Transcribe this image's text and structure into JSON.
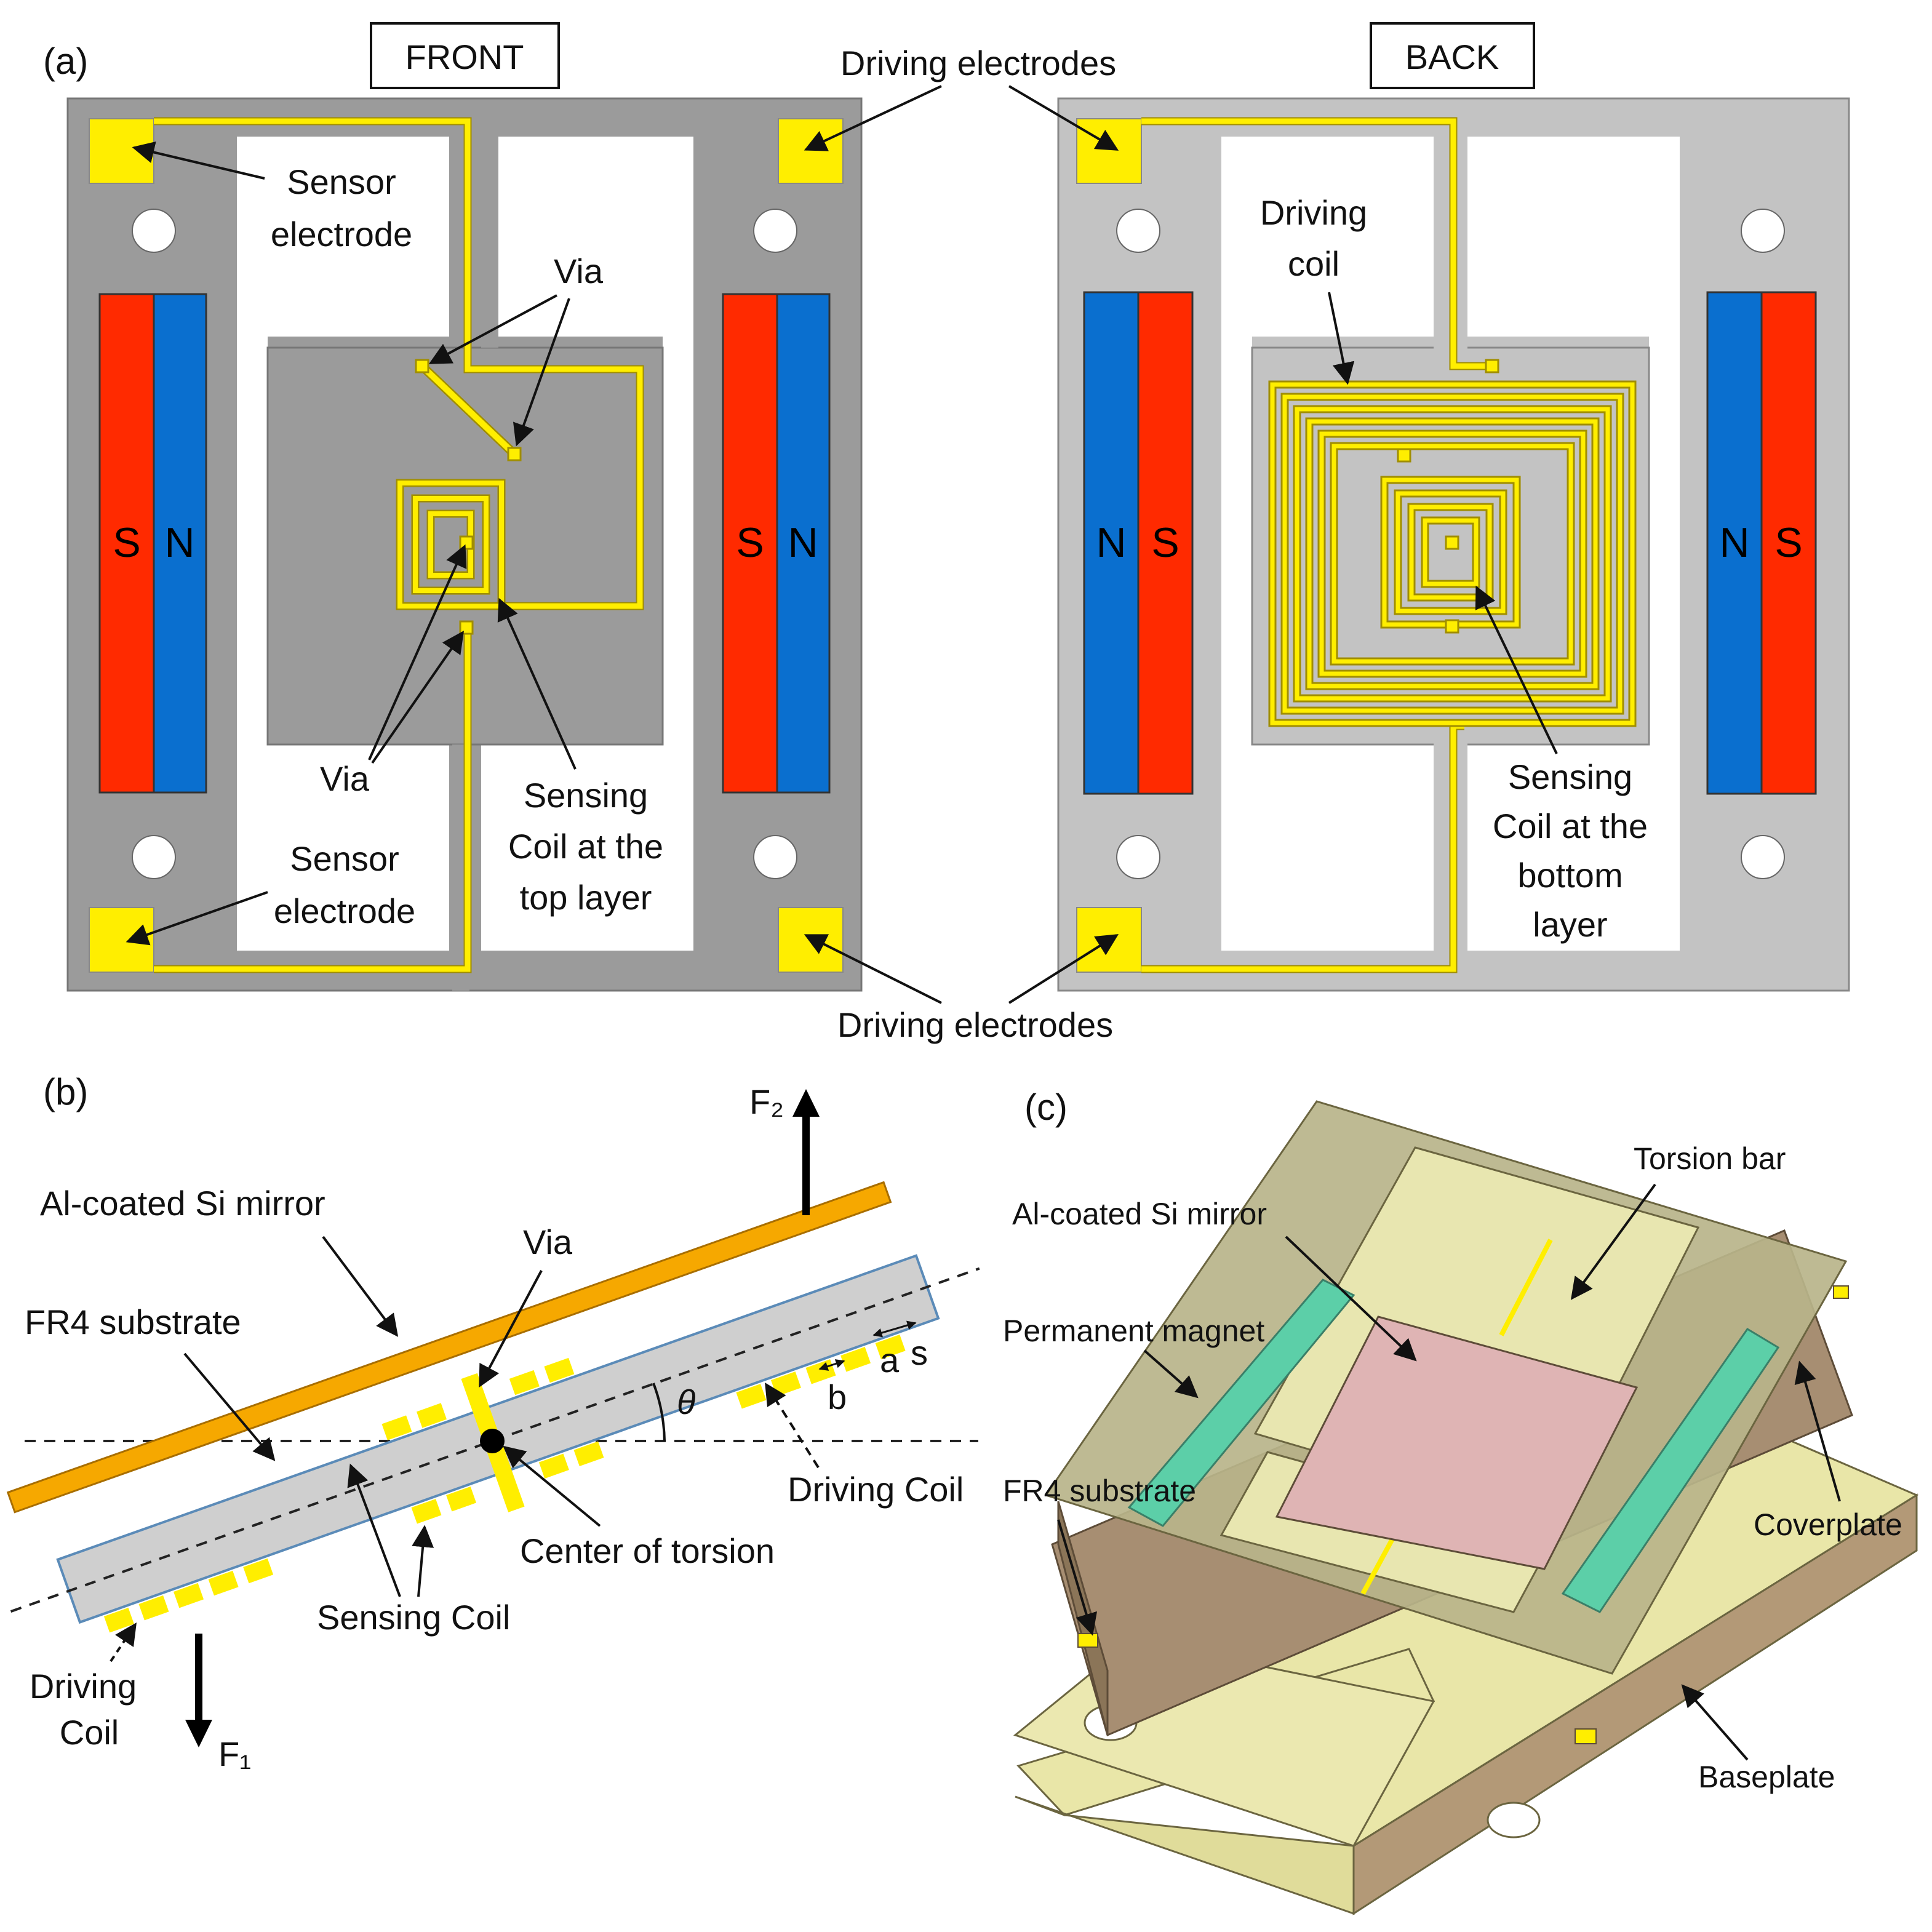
{
  "panel_a": {
    "label": "(a)",
    "front_title": "FRONT",
    "back_title": "BACK",
    "driving_electrodes": "Driving electrodes",
    "sensor_electrode_line1": "Sensor",
    "sensor_electrode_line2": "electrode",
    "via": "Via",
    "sensing_coil_top": [
      "Sensing",
      "Coil at the",
      "top layer"
    ],
    "driving_coil": [
      "Driving",
      "coil"
    ],
    "sensing_coil_bottom": [
      "Sensing",
      "Coil at the",
      "bottom",
      "layer"
    ],
    "magnet_s": "S",
    "magnet_n": "N"
  },
  "panel_b": {
    "label": "(b)",
    "f2": "F₂",
    "f1": "F₁",
    "al_mirror": "Al-coated Si mirror",
    "fr4": "FR4 substrate",
    "via": "Via",
    "theta": "θ",
    "a": "a",
    "s": "s",
    "b": "b",
    "driving_coil": "Driving Coil",
    "center_torsion": "Center of torsion",
    "sensing_coil": "Sensing Coil",
    "driving_coil_left": [
      "Driving",
      "Coil"
    ]
  },
  "panel_c": {
    "label": "(c)",
    "torsion_bar": "Torsion bar",
    "al_mirror": "Al-coated Si mirror",
    "permanent_magnet": "Permanent magnet",
    "fr4": "FR4 substrate",
    "coverplate": "Coverplate",
    "baseplate": "Baseplate"
  },
  "colors": {
    "board_dark": "#9b9b9b",
    "board_light": "#c3c3c3",
    "trace": "#ffee00",
    "magnet_red": "#ff2a00",
    "magnet_blue": "#0a6fcf",
    "mirror_orange": "#f6a800",
    "substrate_gray": "#cfcfcf",
    "mirror_pink": "#dfb4b4",
    "magnet_green": "#5ccfa8",
    "base_khaki": "#e9e6a8"
  }
}
